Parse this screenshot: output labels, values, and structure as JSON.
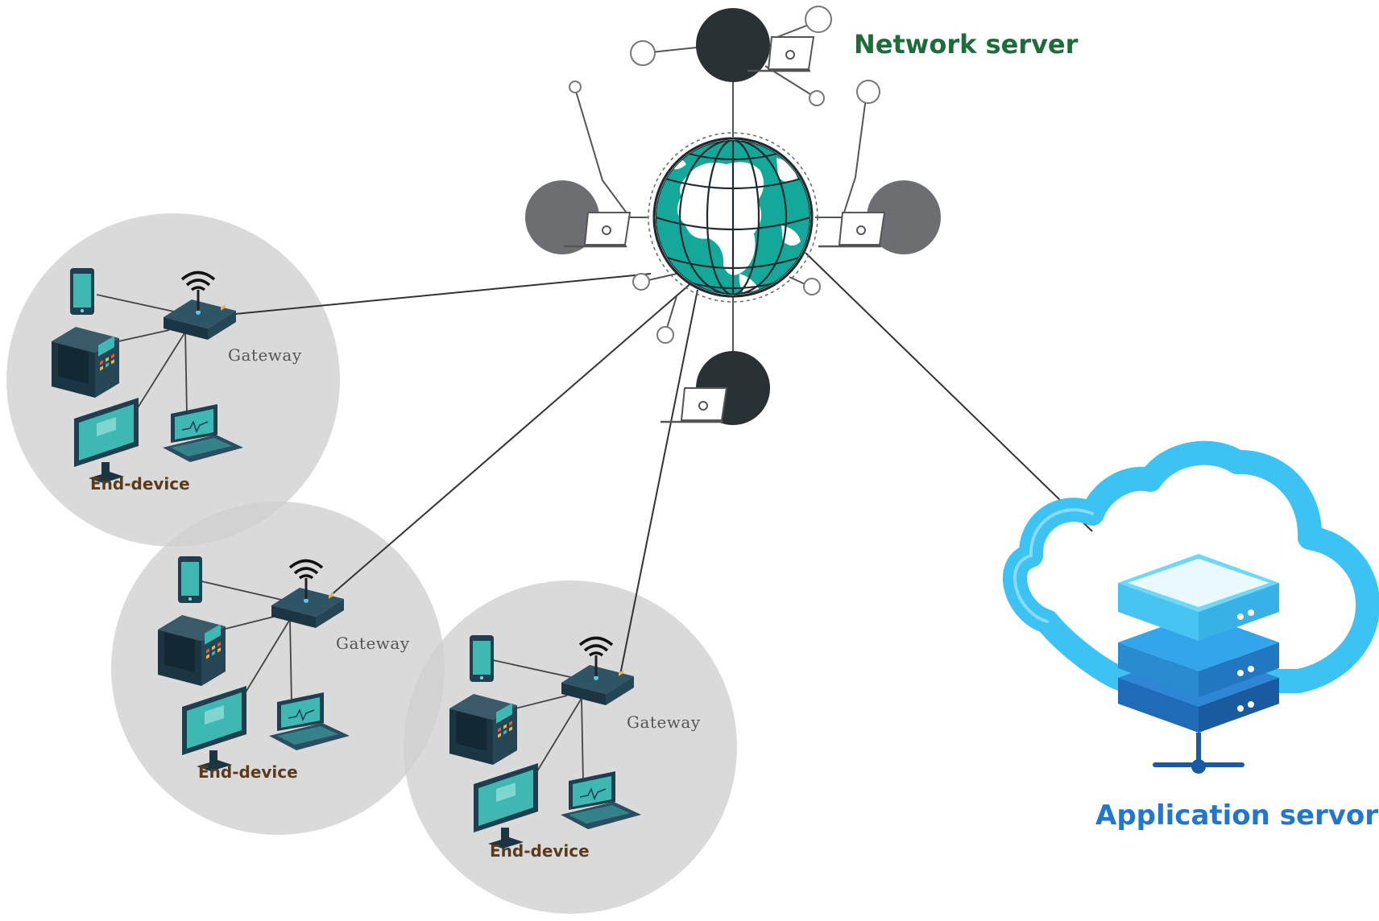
{
  "labels": {
    "network_server": "Network server",
    "application_server": "Application servor"
  },
  "clusters": [
    {
      "gateway_label": "Gateway",
      "end_device_label": "End-device"
    },
    {
      "gateway_label": "Gateway",
      "end_device_label": "End-device"
    },
    {
      "gateway_label": "Gateway",
      "end_device_label": "End-device"
    }
  ],
  "colors": {
    "network_server_text": "#1e6b3c",
    "application_server_text": "#2277cc",
    "globe_ocean": "#14a89a",
    "cluster_bg": "#d9d9d9",
    "cloud": "#3cc3f3",
    "dark_node": "#2a3135",
    "grey_node": "#6d6e71"
  },
  "icons": [
    "globe-icon",
    "laptop-icon",
    "router-icon",
    "wifi-icon",
    "phone-icon",
    "machine-icon",
    "monitor-icon",
    "cloud-icon",
    "server-stack-icon"
  ]
}
